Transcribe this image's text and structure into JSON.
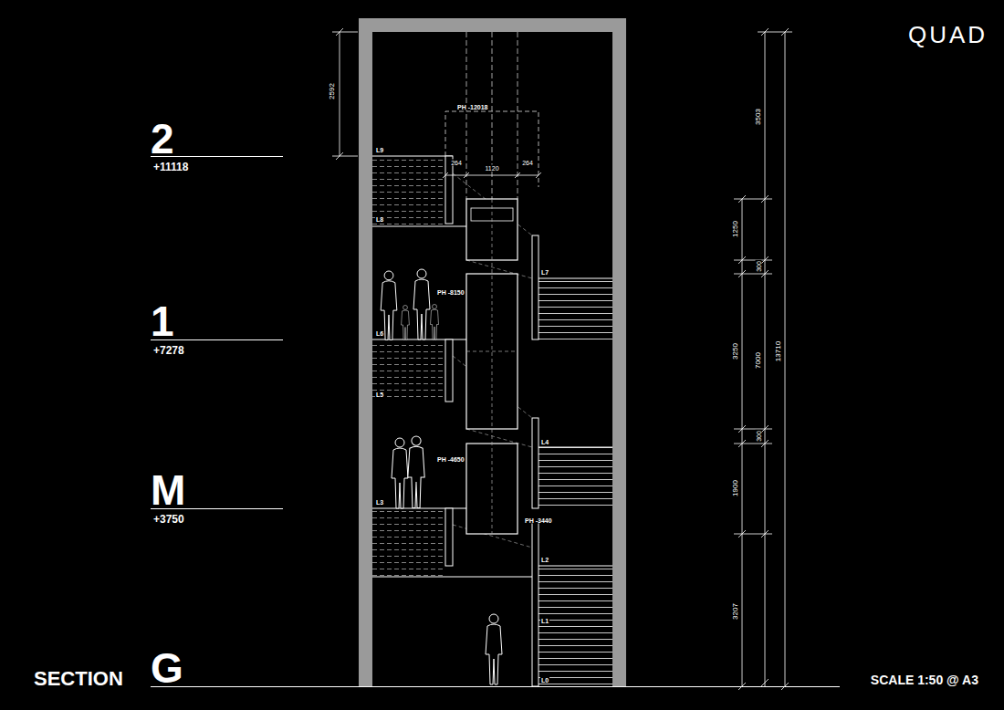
{
  "diagram": {
    "title": "SECTION",
    "labels": [
      "QUAD",
      "2592",
      "PH -12018",
      "3503",
      "2",
      "+11118",
      "L9",
      "264",
      "1120",
      "264",
      "L8",
      "1250",
      "300",
      "L7",
      "PH -8150",
      "1",
      "+7278",
      "L6",
      "3250",
      "7000",
      "13710",
      "L5",
      "300",
      "L4",
      "PH -4650",
      "1900",
      "M",
      "+3750",
      "L3",
      "PH -3440",
      "L2",
      "3207",
      "L1",
      "G",
      "L0",
      "SCALE 1:50 @ A3"
    ]
  }
}
